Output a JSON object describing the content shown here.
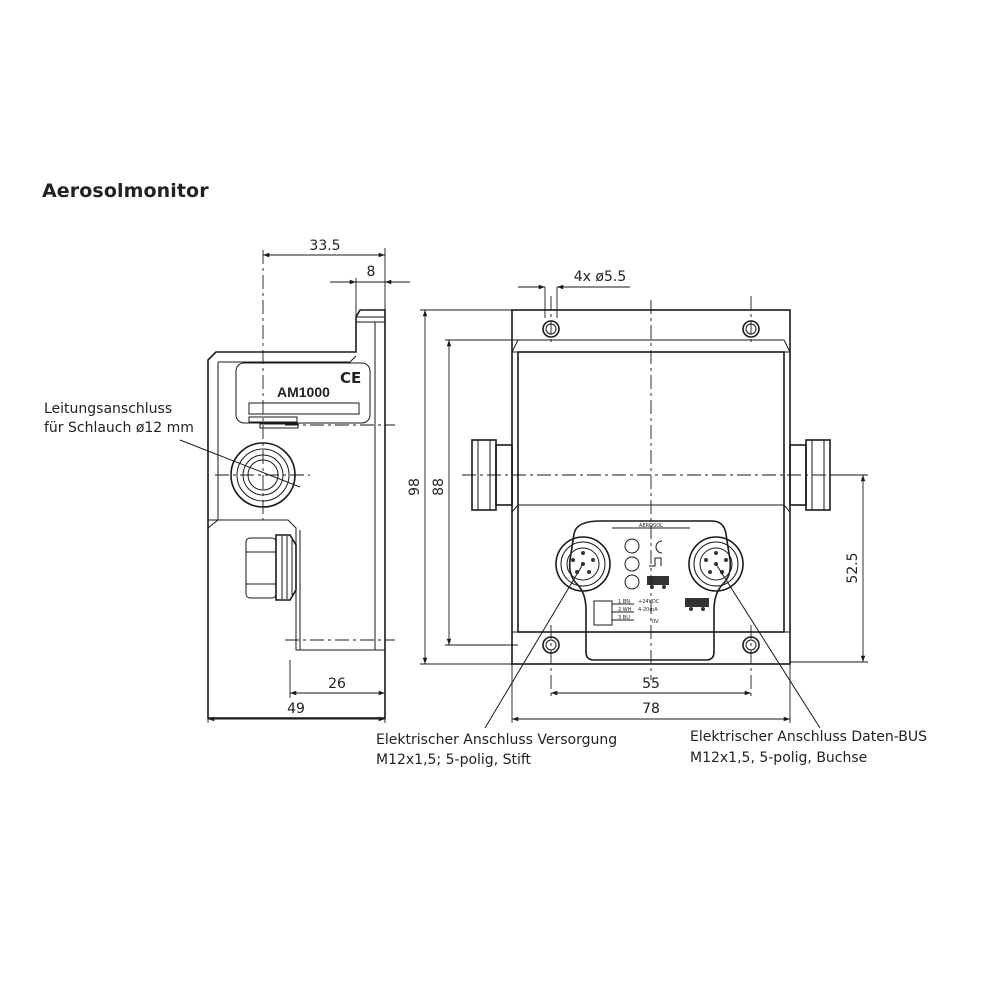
{
  "title": "Aerosolmonitor",
  "device": {
    "model": "AM1000",
    "ce_mark": "CE",
    "front_label": "AEROSOL",
    "pin_table": [
      {
        "pin": "1 BN",
        "value": "+24VDC"
      },
      {
        "pin": "2 WH",
        "value": "4-20mA"
      },
      {
        "pin": "3 BU",
        "value": "0V"
      }
    ]
  },
  "dimensions": {
    "side_depth_total": "33.5",
    "side_flange": "8",
    "side_base_inner": "26",
    "side_base_total": "49",
    "holes": "4x ø5.5",
    "height_total": "98",
    "height_body": "88",
    "height_port": "52.5",
    "hole_spacing": "55",
    "width_total": "78"
  },
  "callouts": {
    "hose": {
      "line1": "Leitungsanschluss",
      "line2": "für Schlauch ø12 mm"
    },
    "supply": {
      "line1": "Elektrischer Anschluss Versorgung",
      "line2": "M12x1,5; 5-polig, Stift"
    },
    "bus": {
      "line1": "Elektrischer Anschluss Daten-BUS",
      "line2": "M12x1,5, 5-polig, Buchse"
    }
  }
}
